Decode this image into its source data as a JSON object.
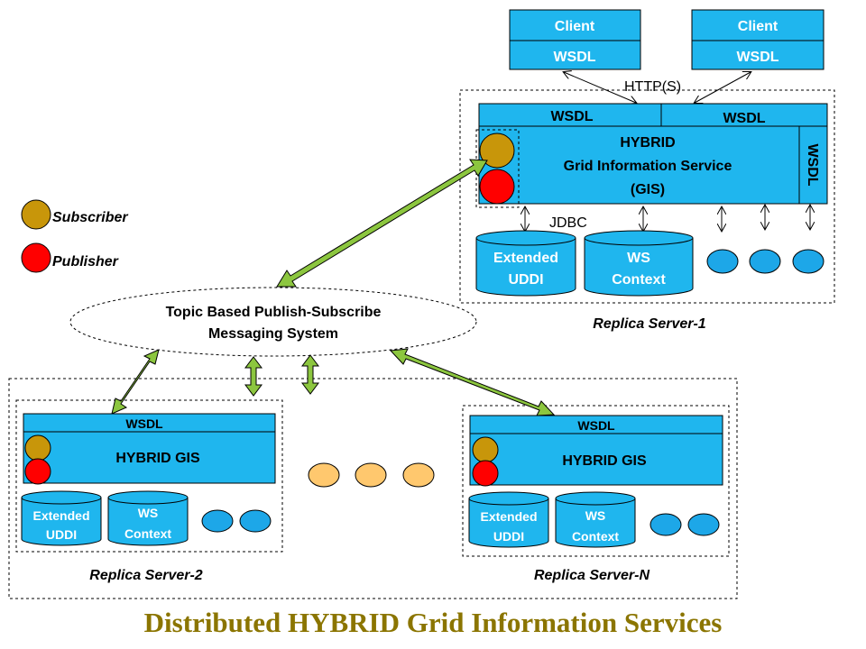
{
  "title": "Distributed HYBRID Grid Information Services",
  "colors": {
    "box": "#1FB6EE",
    "ellipse": "#1DA7E8",
    "subscriber": "#C8960A",
    "publisher": "#FF0000",
    "arrow_green": "#8CC63F",
    "title": "#8B7500",
    "orange_dot": "#FFC86E"
  },
  "clients": [
    {
      "top": "Client",
      "bottom": "WSDL"
    },
    {
      "top": "Client",
      "bottom": "WSDL"
    }
  ],
  "http_label": "HTTP(S)",
  "jdbc_label": "JDBC",
  "legend": {
    "subscriber": "Subscriber",
    "publisher": "Publisher"
  },
  "messaging": {
    "line1": "Topic Based Publish-Subscribe",
    "line2": "Messaging System"
  },
  "server1": {
    "wsdl_left": "WSDL",
    "wsdl_right": "WSDL",
    "wsdl_side": "WSDL",
    "gis_line1": "HYBRID",
    "gis_line2": "Grid Information Service",
    "gis_line3": "(GIS)",
    "db1_line1": "Extended",
    "db1_line2": "UDDI",
    "db2_line1": "WS",
    "db2_line2": "Context",
    "caption": "Replica Server-1"
  },
  "server2": {
    "wsdl": "WSDL",
    "gis": "HYBRID GIS",
    "db1_line1": "Extended",
    "db1_line2": "UDDI",
    "db2_line1": "WS",
    "db2_line2": "Context",
    "caption": "Replica Server-2"
  },
  "serverN": {
    "wsdl": "WSDL",
    "gis": "HYBRID GIS",
    "db1_line1": "Extended",
    "db1_line2": "UDDI",
    "db2_line1": "WS",
    "db2_line2": "Context",
    "caption": "Replica Server-N"
  }
}
